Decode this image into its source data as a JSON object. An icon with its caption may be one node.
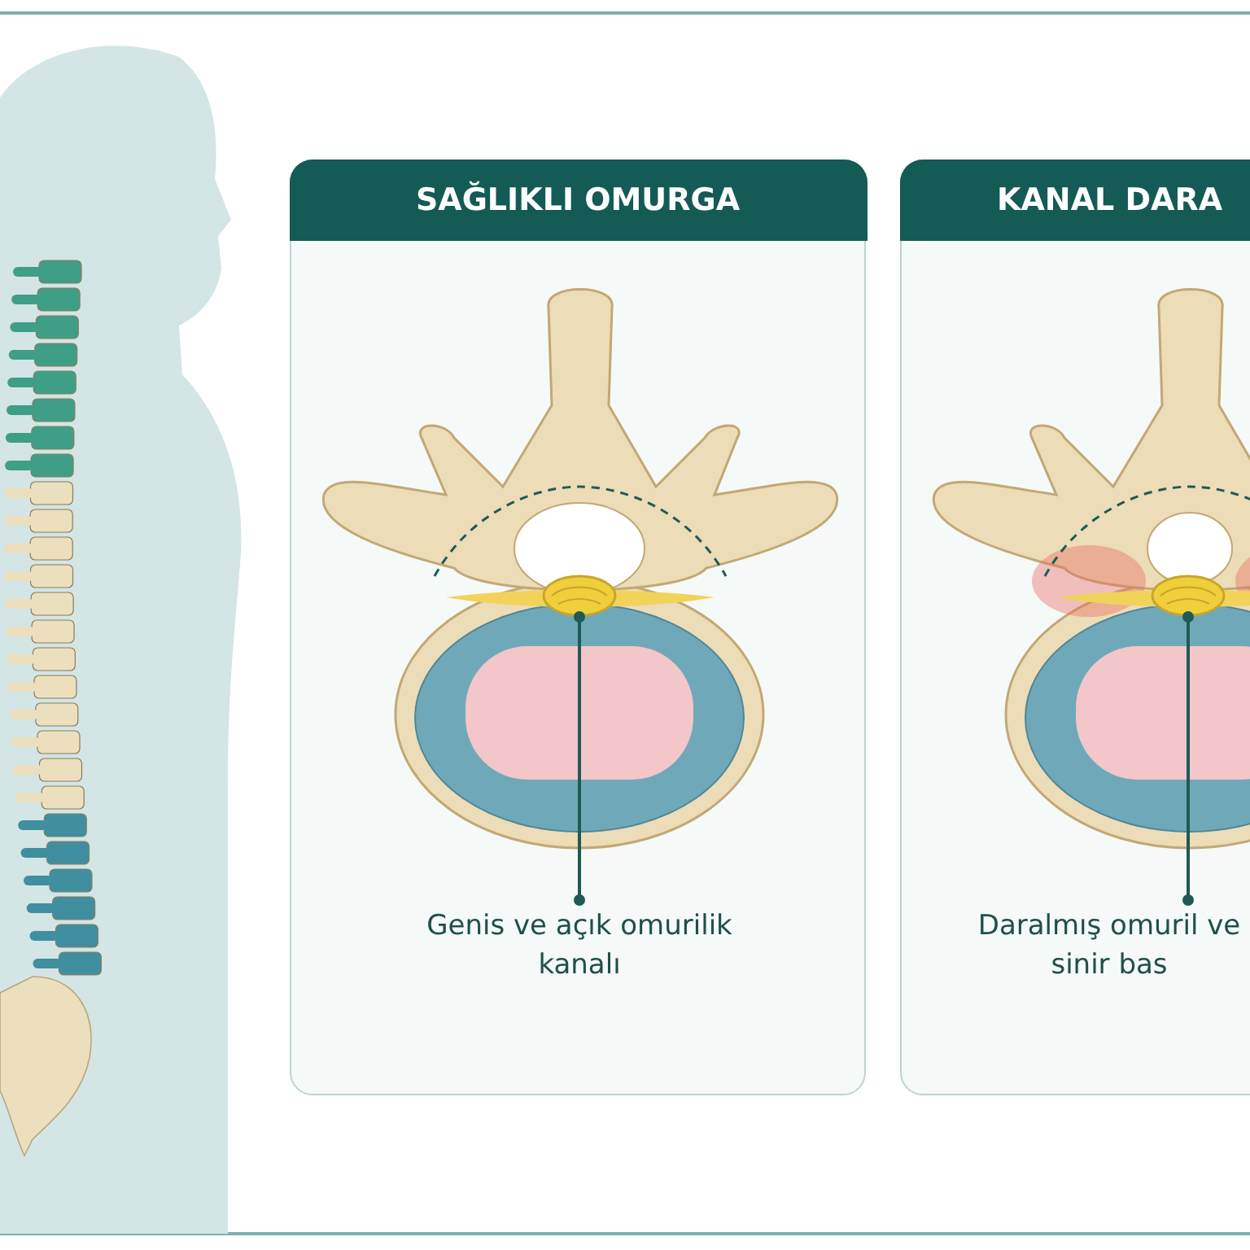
{
  "diagram": {
    "nodes": [
      {
        "text": [
          "SAĞLIKLI OMURGA"
        ]
      },
      {
        "text": [],
        "shape": "picture",
        "in": 0
      },
      {
        "text": [
          "Genis ve açık omurilik kanalı"
        ],
        "in": 0
      },
      {
        "text": [
          "KANAL DARA"
        ]
      },
      {
        "text": [],
        "shape": "picture",
        "in": 3
      },
      {
        "text": [
          "Daralmış omuril ve sinir bas"
        ],
        "in": 3
      }
    ],
    "edges": [
      {
        "from": 2,
        "to": 1,
        "arrow": "other"
      },
      {
        "from": 5,
        "to": 4,
        "arrow": "other"
      }
    ]
  }
}
